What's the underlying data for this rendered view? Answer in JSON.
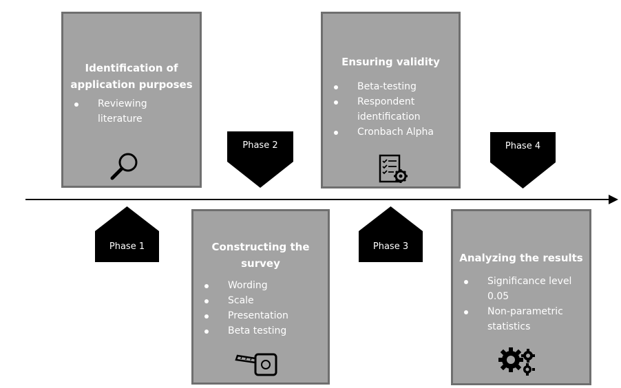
{
  "timeline": {
    "phase1": "Phase 1",
    "phase2": "Phase 2",
    "phase3": "Phase 3",
    "phase4": "Phase 4"
  },
  "boxes": {
    "identification": {
      "title_line1": "Identification of",
      "title_line2": "application purposes",
      "items": [
        "Reviewing",
        "literature"
      ]
    },
    "constructing": {
      "title_line1": "Constructing the",
      "title_line2": "survey",
      "items": [
        "Wording",
        "Scale",
        "Presentation",
        "Beta testing"
      ]
    },
    "validity": {
      "title": "Ensuring validity",
      "items": [
        "Beta-testing",
        "Respondent",
        "identification",
        "Cronbach Alpha"
      ]
    },
    "analyzing": {
      "title": "Analyzing the results",
      "items": [
        "Significance level",
        "0.05",
        "Non-parametric",
        "statistics"
      ]
    }
  },
  "icons": {
    "box1": "magnifier-icon",
    "box2": "tape-measure-icon",
    "box3": "checklist-gear-icon",
    "box4": "gears-icon"
  }
}
